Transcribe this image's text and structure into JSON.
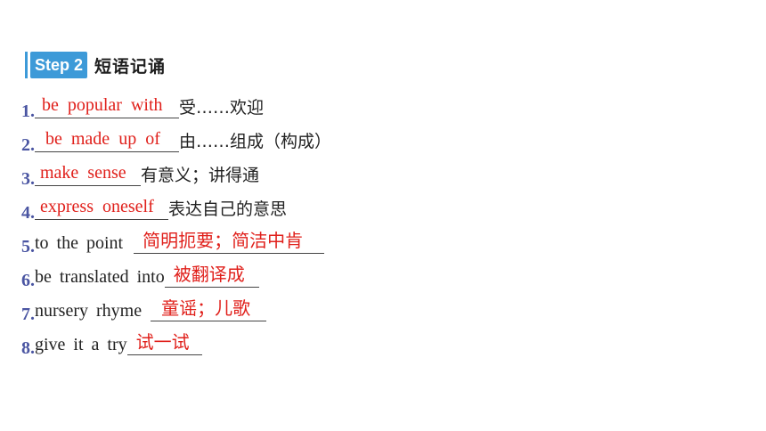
{
  "header": {
    "step_label": "Step 2",
    "title": "短语记诵"
  },
  "items": [
    {
      "num": "1.",
      "answer": "be  popular  with",
      "meaning": "受……欢迎"
    },
    {
      "num": "2.",
      "answer": "be  made  up  of",
      "meaning": "由……组成（构成）"
    },
    {
      "num": "3.",
      "answer": "make  sense",
      "meaning": "有意义；讲得通"
    },
    {
      "num": "4.",
      "answer": "express  oneself",
      "meaning": "表达自己的意思"
    },
    {
      "num": "5.",
      "phrase": "to  the  point",
      "answer": "简明扼要；简洁中肯"
    },
    {
      "num": "6.",
      "phrase": "be  translated  into",
      "answer": "被翻译成"
    },
    {
      "num": "7.",
      "phrase": "nursery  rhyme",
      "answer": "童谣；儿歌"
    },
    {
      "num": "8.",
      "phrase": "give  it  a  try",
      "answer": "试一试"
    }
  ],
  "colors": {
    "accent": "#3d9ad8",
    "answer": "#e0201b",
    "number": "#4a55a2"
  }
}
